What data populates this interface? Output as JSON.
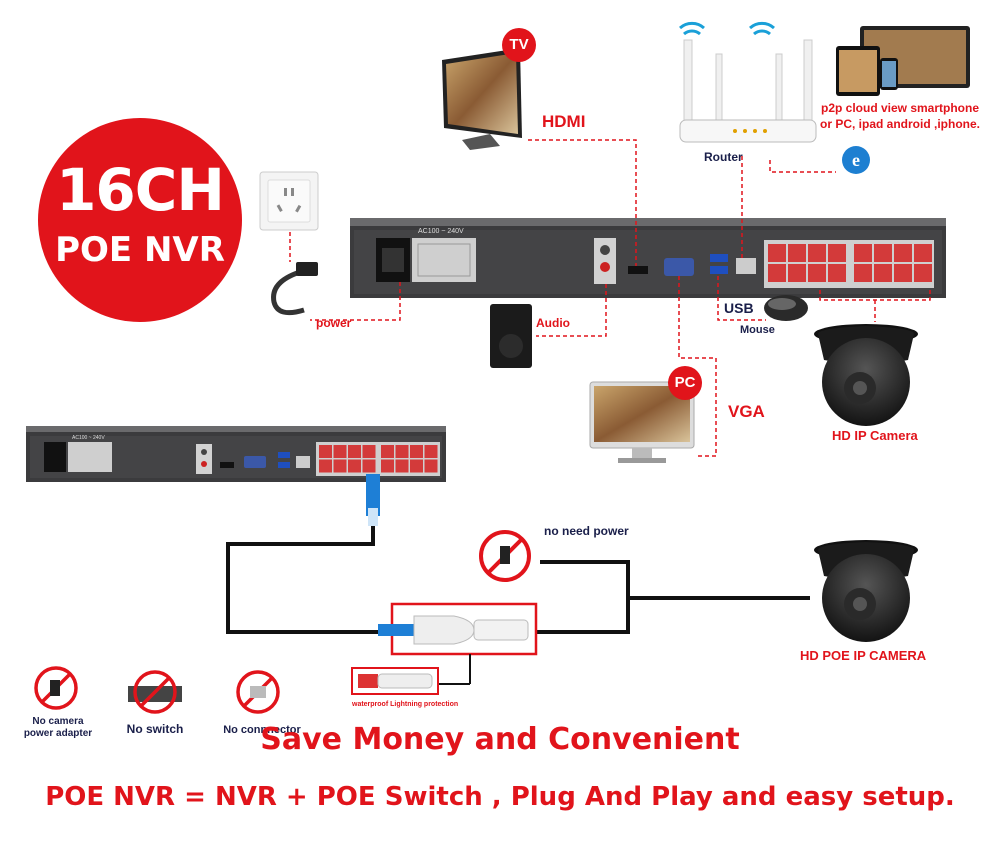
{
  "badge": {
    "line1": "16CH",
    "line2": "POE NVR"
  },
  "labels": {
    "tv": "TV",
    "hdmi": "HDMI",
    "router": "Router",
    "cloud_line1": "p2p cloud  view smartphone",
    "cloud_line2": "or PC, ipad android ,iphone.",
    "power": "power",
    "audio": "Audio",
    "usb": "USB",
    "mouse": "Mouse",
    "hd_ip_camera": "HD IP Camera",
    "pc": "PC",
    "vga": "VGA",
    "no_need_power": "no need power",
    "hd_poe_camera": "HD POE IP CAMERA",
    "waterproof": "waterproof Lightning protection",
    "nvr_voltage": "AC100 ~ 240V"
  },
  "icons_row": [
    {
      "line1": "No camera",
      "line2": "power adapter",
      "icon": "no-adapter-icon"
    },
    {
      "line1": "No switch",
      "line2": "",
      "icon": "no-switch-icon"
    },
    {
      "line1": "No connnector",
      "line2": "",
      "icon": "no-connector-icon"
    }
  ],
  "slogan": "Save Money and Convenient",
  "equation": "POE NVR = NVR + POE Switch , Plug And Play and easy setup.",
  "colors": {
    "accent": "#e1141b",
    "label_dark": "#1a1f4a",
    "nvr_body": "#3b3b3d",
    "port_red": "#d33a3a"
  }
}
